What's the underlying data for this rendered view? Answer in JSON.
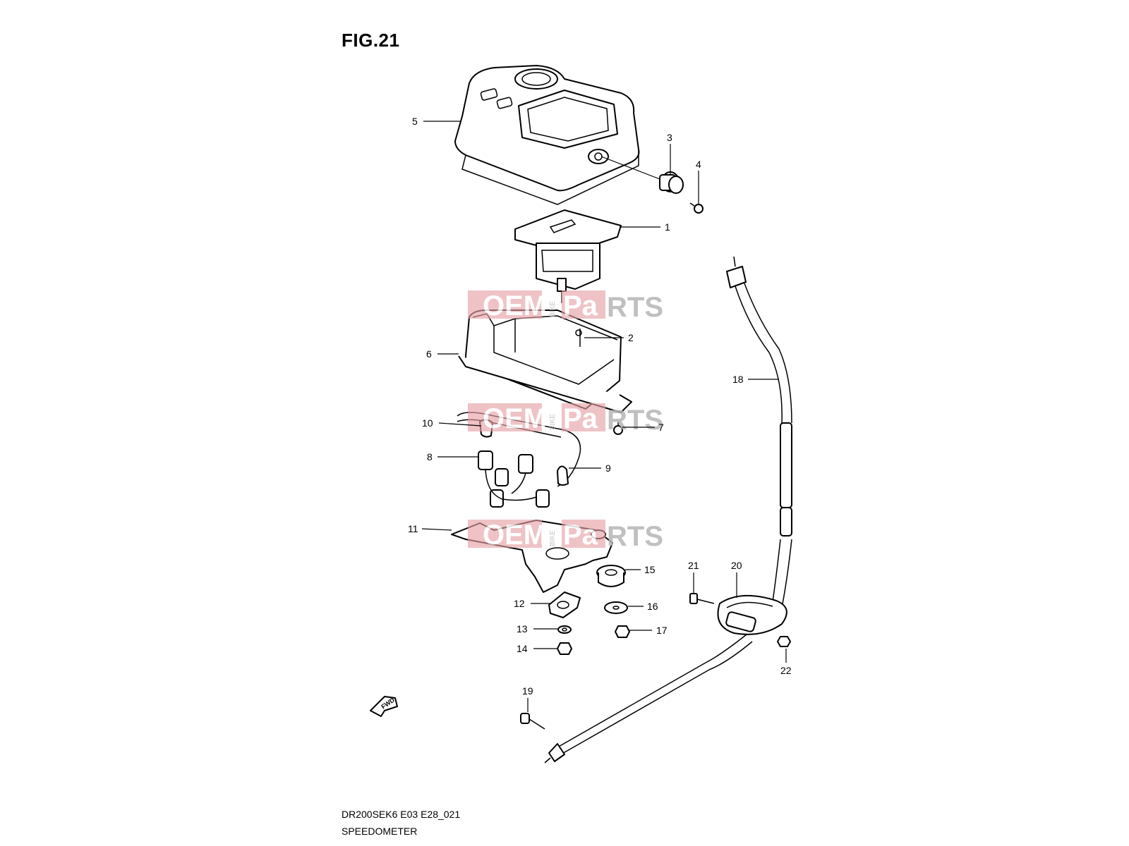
{
  "figure": {
    "title": "FIG.21",
    "model_code": "DR200SEK6 E03 E28_021",
    "assembly_name": "SPEEDOMETER"
  },
  "fwd_label": "FWD",
  "watermark": {
    "oem": "OEM",
    "parts": "RTS",
    "bike": "BIKE",
    "pa": "Pa"
  },
  "callouts": [
    "1",
    "2",
    "3",
    "4",
    "5",
    "6",
    "7",
    "8",
    "9",
    "10",
    "11",
    "12",
    "13",
    "14",
    "15",
    "16",
    "17",
    "18",
    "19",
    "20",
    "21",
    "22"
  ],
  "colors": {
    "line": "#000000",
    "watermark": "#e7a2a5",
    "background": "#ffffff"
  }
}
